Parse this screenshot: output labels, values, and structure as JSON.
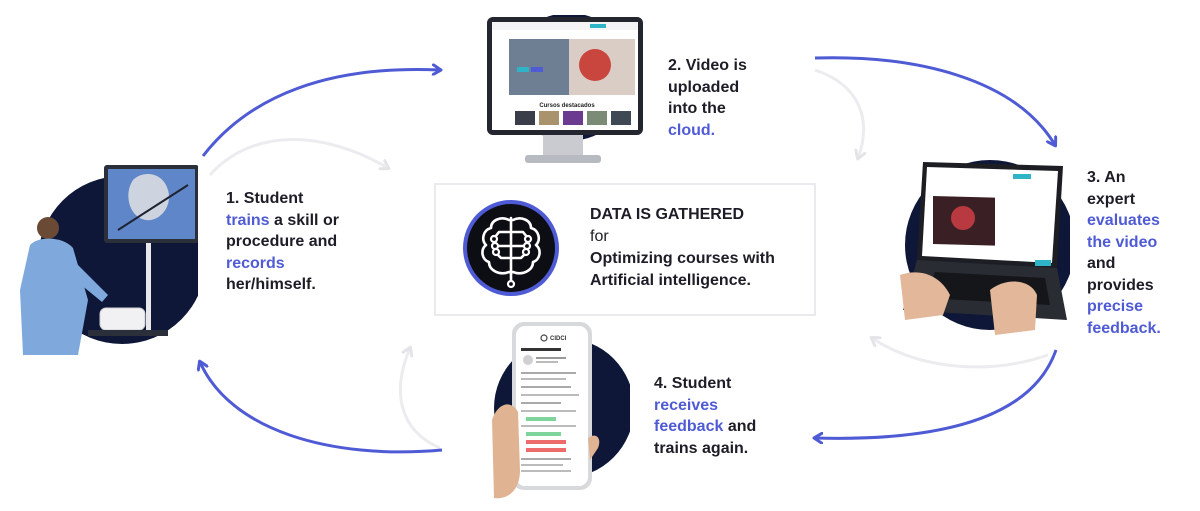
{
  "center": {
    "heading": "DATA IS GATHERED",
    "line2": "for",
    "line3": "Optimizing courses with",
    "line4": "Artificial intelligence.",
    "icon": "ai-brain-circuit-icon"
  },
  "steps": {
    "s1": {
      "a": "1. Student",
      "b_hl": "trains",
      "b": " a skill or",
      "c": "procedure and",
      "d_hl": "records",
      "e": "her/himself."
    },
    "s2": {
      "a": "2. Video is",
      "b": "uploaded",
      "c": "into the",
      "d_hl": "cloud."
    },
    "s3": {
      "a": "3. An",
      "b": "expert",
      "c_hl": "evaluates",
      "d_hl": "the video",
      "e": "and",
      "f": "provides",
      "g_hl": "precise",
      "h_hl": "feedback."
    },
    "s4": {
      "a": "4. Student",
      "b_hl": "receives",
      "c_hl": "feedback",
      "c": " and",
      "d": "trains again."
    }
  },
  "screens": {
    "monitor_heading": "Cursos destacados",
    "phone_brand": "CIDCI"
  },
  "colors": {
    "accent": "#4f5bd5",
    "dark_navy": "#0f1738",
    "text": "#1d1d27",
    "faint_arrow": "#eeeeee"
  }
}
